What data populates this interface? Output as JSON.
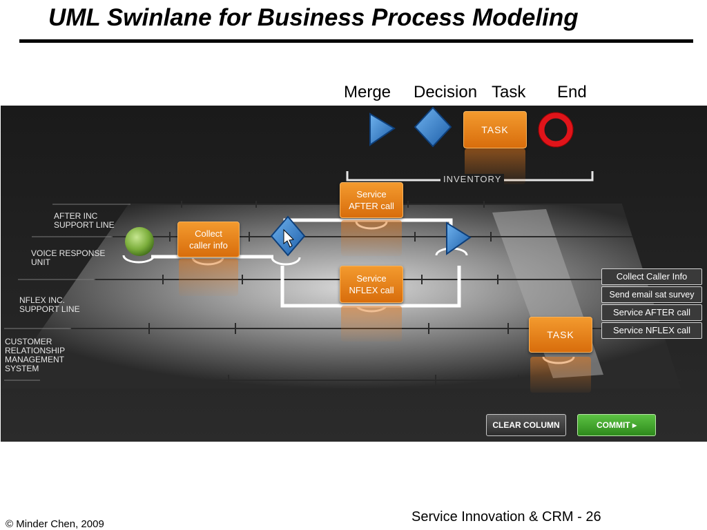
{
  "slide": {
    "title": "UML Swinlane for Business Process Modeling",
    "footer_left": "© Minder Chen, 2009",
    "footer_right": "Service Innovation & CRM - 26"
  },
  "legend": {
    "merge": "Merge",
    "decision": "Decision",
    "task": "Task",
    "end": "End"
  },
  "palette": {
    "task_label": "TASK",
    "inventory_label": "INVENTORY"
  },
  "lanes": [
    {
      "label": "AFTER INC\nSUPPORT LINE"
    },
    {
      "label": "VOICE RESPONSE\nUNIT"
    },
    {
      "label": "NFLEX INC.\nSUPPORT LINE"
    },
    {
      "label": "CUSTOMER\nRELATIONSHIP\nMANAGEMENT\nSYSTEM"
    }
  ],
  "nodes": {
    "collect": "Collect\ncaller info",
    "service_after": "Service\nAFTER call",
    "service_nflex": "Service\nNFLEX call",
    "task_dragged": "TASK"
  },
  "task_list": [
    "Collect Caller Info",
    "Send email sat survey",
    "Service AFTER call",
    "Service NFLEX call"
  ],
  "buttons": {
    "clear": "CLEAR COLUMN",
    "commit": "COMMIT ▸"
  },
  "colors": {
    "task_orange": "#e8821d",
    "diamond_blue": "#2f7fd1",
    "end_red": "#e0141a",
    "start_green": "#7cae3c",
    "commit_green": "#3f9d2a"
  }
}
